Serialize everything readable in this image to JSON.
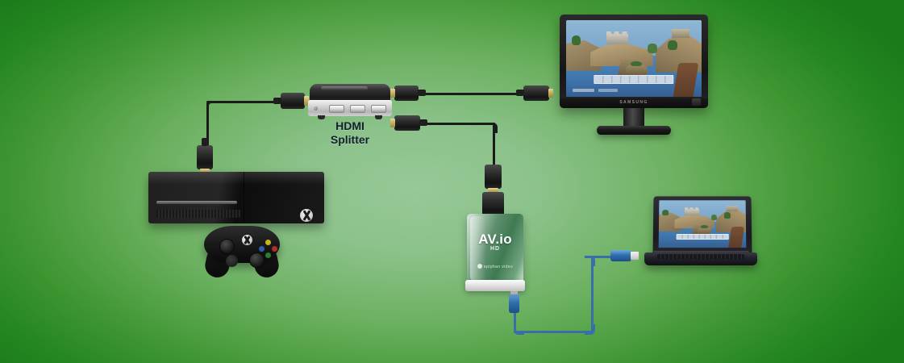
{
  "diagram": {
    "title": "Xbox One game capture setup with AV.io HD",
    "background_color_center": "#8cc28b",
    "background_color_edge": "#1b7a1b"
  },
  "labels": {
    "splitter_line1": "HDMI",
    "splitter_line2": "Splitter"
  },
  "devices": {
    "console": {
      "name": "Xbox One console",
      "icon": "xbox-logo-icon"
    },
    "controller": {
      "name": "Xbox One controller",
      "icon": "xbox-logo-icon"
    },
    "splitter": {
      "name": "HDMI Splitter",
      "port_count": 3
    },
    "monitor": {
      "name": "Monitor",
      "brand": "SAMSUNG"
    },
    "capture": {
      "name": "AV.io HD capture card",
      "logo": "AV.io",
      "model": "HD",
      "brand": "epiphan video"
    },
    "laptop": {
      "name": "Laptop"
    }
  },
  "cables": {
    "hdmi_color": "#1b1b1b",
    "hdmi_tip_color": "#c9b062",
    "usb_color": "#3a6ea8",
    "console_to_splitter": "HDMI cable from Xbox One to HDMI Splitter input",
    "splitter_to_monitor": "HDMI cable from HDMI Splitter to monitor",
    "splitter_to_capture": "HDMI cable from HDMI Splitter to AV.io HD",
    "capture_to_laptop": "USB 3.0 cable from AV.io HD to laptop"
  },
  "screen_content": {
    "game": "Minecraft-style sandbox world",
    "hotbar_slots": 9
  }
}
